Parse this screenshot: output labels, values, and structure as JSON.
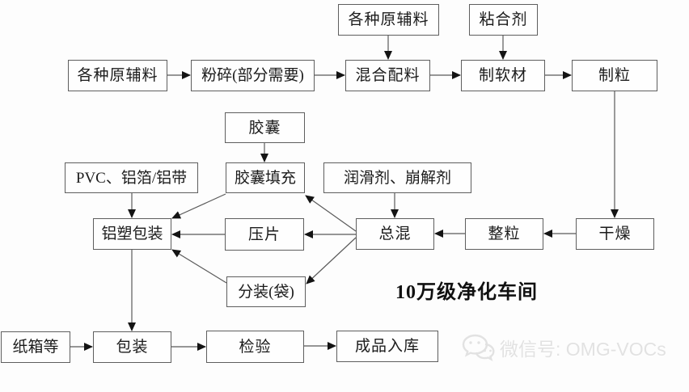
{
  "diagram": {
    "clean_room_label": "10万级净化车间",
    "watermark": {
      "icon": "wechat-icon",
      "text": "微信号: OMG-VOCs",
      "color": "#e2e2e2"
    },
    "colors": {
      "background": "#fdfdfd",
      "box_border": "#5e5e5e",
      "line": "#5a5a5a",
      "arrowhead": "#141414",
      "text": "#1b1b1b"
    },
    "nodes": {
      "raw_top": {
        "label": "各种原辅料"
      },
      "nianheji": {
        "label": "粘合剂"
      },
      "raw_left": {
        "label": "各种原辅料"
      },
      "fensui": {
        "label": "粉碎(部分需要)"
      },
      "hunhe": {
        "label": "混合配料"
      },
      "zhiruancai": {
        "label": "制软材"
      },
      "zhili": {
        "label": "制粒"
      },
      "jiaonang": {
        "label": "胶囊"
      },
      "pvc": {
        "label": "PVC、铝箔/铝带"
      },
      "jiaonang_fill": {
        "label": "胶囊填充"
      },
      "runhuaji": {
        "label": "润滑剂、崩解剂"
      },
      "lvsu": {
        "label": "铝塑包装"
      },
      "yapian": {
        "label": "压片"
      },
      "zonghun": {
        "label": "总混"
      },
      "zhengli": {
        "label": "整粒"
      },
      "ganzao": {
        "label": "干燥"
      },
      "fenzhuang": {
        "label": "分装(袋)"
      },
      "zhixiang": {
        "label": "纸箱等"
      },
      "baozhuang": {
        "label": "包装"
      },
      "jianyan": {
        "label": "检验"
      },
      "chengpin": {
        "label": "成品入库"
      }
    },
    "edges": [
      {
        "from": "raw_left",
        "to": "fensui"
      },
      {
        "from": "fensui",
        "to": "hunhe"
      },
      {
        "from": "raw_top",
        "to": "hunhe"
      },
      {
        "from": "hunhe",
        "to": "zhiruancai"
      },
      {
        "from": "nianheji",
        "to": "zhiruancai"
      },
      {
        "from": "zhiruancai",
        "to": "zhili"
      },
      {
        "from": "zhili",
        "to": "ganzao"
      },
      {
        "from": "ganzao",
        "to": "zhengli"
      },
      {
        "from": "zhengli",
        "to": "zonghun"
      },
      {
        "from": "runhuaji",
        "to": "zonghun"
      },
      {
        "from": "jiaonang",
        "to": "jiaonang_fill"
      },
      {
        "from": "zonghun",
        "to": "jiaonang_fill"
      },
      {
        "from": "zonghun",
        "to": "yapian"
      },
      {
        "from": "zonghun",
        "to": "fenzhuang"
      },
      {
        "from": "pvc",
        "to": "lvsu"
      },
      {
        "from": "jiaonang_fill",
        "to": "lvsu"
      },
      {
        "from": "yapian",
        "to": "lvsu"
      },
      {
        "from": "fenzhuang",
        "to": "lvsu"
      },
      {
        "from": "lvsu",
        "to": "baozhuang"
      },
      {
        "from": "zhixiang",
        "to": "baozhuang"
      },
      {
        "from": "baozhuang",
        "to": "jianyan"
      },
      {
        "from": "jianyan",
        "to": "chengpin"
      }
    ]
  }
}
